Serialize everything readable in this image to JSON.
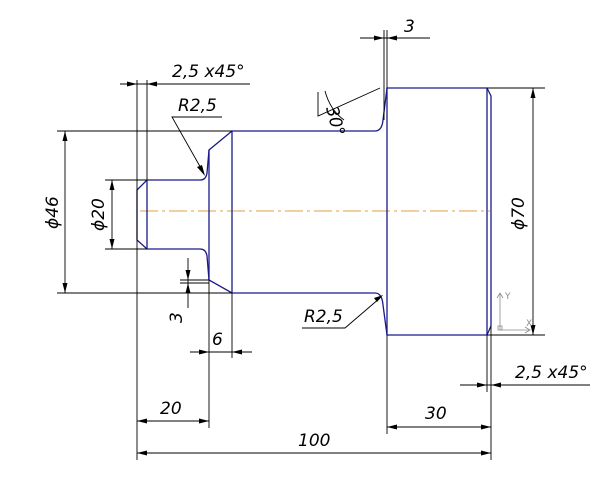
{
  "drawing": {
    "labels": {
      "gap_3_top": "3",
      "chamfer_left": "2,5 x45°",
      "radius_left": "R2,5",
      "angle": "30°",
      "diam_46": "ϕ46",
      "diam_20": "ϕ20",
      "diam_70": "ϕ70",
      "gap_3_left": "3",
      "width_6": "6",
      "radius_right": "R2,5",
      "chamfer_right": "2,5 x45°",
      "length_20": "20",
      "length_30": "30",
      "length_100": "100"
    },
    "ucs": {
      "y_axis": "Y",
      "x_axis": "X"
    },
    "colors": {
      "outline": "#1a1a8a",
      "dimension": "#000000",
      "centerline": "#e0a040"
    }
  }
}
